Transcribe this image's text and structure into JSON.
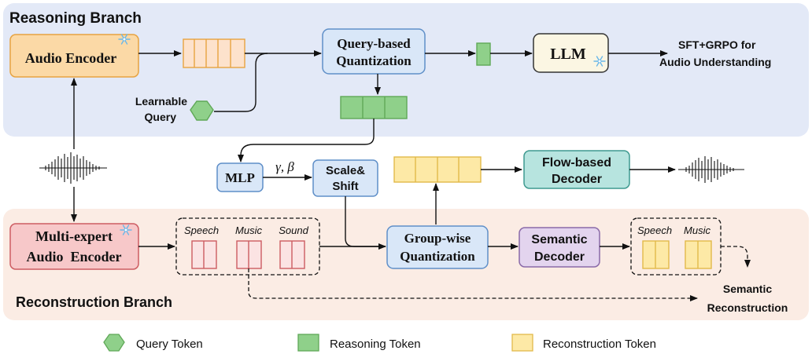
{
  "branches": {
    "reasoning": "Reasoning Branch",
    "reconstruction": "Reconstruction Branch"
  },
  "nodes": {
    "audio_encoder": "Audio Encoder",
    "query_quant_line1": "Query-based",
    "query_quant_line2": "Quantization",
    "llm": "LLM",
    "sft_line1": "SFT+GRPO for",
    "sft_line2": "Audio Understanding",
    "learnable_line1": "Learnable",
    "learnable_line2": "Query",
    "mlp": "MLP",
    "film_params": "γ, β",
    "scale_line1": "Scale&",
    "scale_line2": "Shift",
    "flow_line1": "Flow-based",
    "flow_line2": "Decoder",
    "multi_line1": "Multi-expert",
    "multi_line2": "Audio  Encoder",
    "group_line1": "Group-wise",
    "group_line2": "Quantization",
    "sem_dec_line1": "Semantic",
    "sem_dec_line2": "Decoder",
    "speech": "Speech",
    "music": "Music",
    "sound": "Sound",
    "out_speech": "Speech",
    "out_music": "Music",
    "sem_recon_line1": "Semantic",
    "sem_recon_line2": "Reconstruction"
  },
  "legend": {
    "query_token": "Query Token",
    "reasoning_token": "Reasoning Token",
    "reconstruction_token": "Reconstruction Token"
  },
  "colors": {
    "reasoning_bg": "#e3e9f7",
    "reconstruction_bg": "#fbece4",
    "orange_fill": "#fbd9a6",
    "orange_stroke": "#e7a341",
    "token_orange": "#fde2cc",
    "blue_fill": "#d9e7f8",
    "blue_stroke": "#5f8fc8",
    "green_fill": "#8fd08a",
    "green_stroke": "#5fa857",
    "llm_fill": "#fbf6e3",
    "teal_fill": "#b7e4df",
    "teal_stroke": "#3f9a90",
    "red_fill": "#f7c8c9",
    "red_stroke": "#cd5c62",
    "purple_fill": "#e3d4ee",
    "purple_stroke": "#8a6aa8",
    "yellow_fill": "#fde9a6",
    "yellow_stroke": "#e2b94a"
  }
}
